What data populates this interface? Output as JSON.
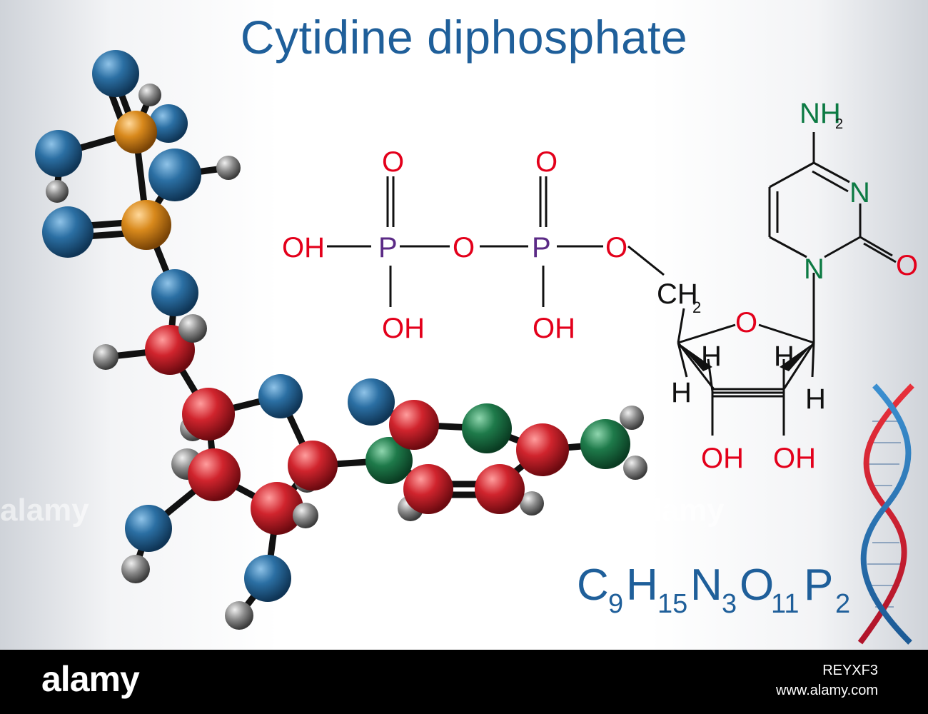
{
  "title": "Cytidine diphosphate",
  "formula": {
    "parts": [
      {
        "sym": "C",
        "sub": "9"
      },
      {
        "sym": "H",
        "sub": "15"
      },
      {
        "sym": "N",
        "sub": "3"
      },
      {
        "sym": "O",
        "sub": "11"
      },
      {
        "sym": "P",
        "sub": "2"
      }
    ]
  },
  "structure_labels": {
    "oh_left": "OH",
    "p1": "P",
    "p2": "P",
    "o_bridge": "O",
    "o_ester": "O",
    "o_double_1": "O",
    "o_double_2": "O",
    "oh_p1": "OH",
    "oh_p2": "OH",
    "ch2": "CH",
    "ch2_sub": "2",
    "ring_o": "O",
    "h_labels": "H",
    "oh_c2": "OH",
    "oh_c3": "OH",
    "nh2": "NH",
    "nh2_sub": "2",
    "n3": "N",
    "n1": "N",
    "c2_o": "O"
  },
  "colors": {
    "title": "#1f5f9a",
    "oxygen_text": "#e3001b",
    "phosphorus_text": "#5b2a86",
    "nitrogen_text": "#0c7a43",
    "bond": "#111111",
    "formula": "#1f5f9a",
    "atom_carbon": "#d0242d",
    "atom_oxygen": "#1a5d8f",
    "atom_nitrogen": "#1e7a4a",
    "atom_phosphorus": "#d8891c",
    "atom_hydrogen": "#888888"
  },
  "footer": {
    "logo": "alamy",
    "image_id": "REYXF3",
    "url": "www.alamy.com"
  },
  "watermark": "alamy"
}
